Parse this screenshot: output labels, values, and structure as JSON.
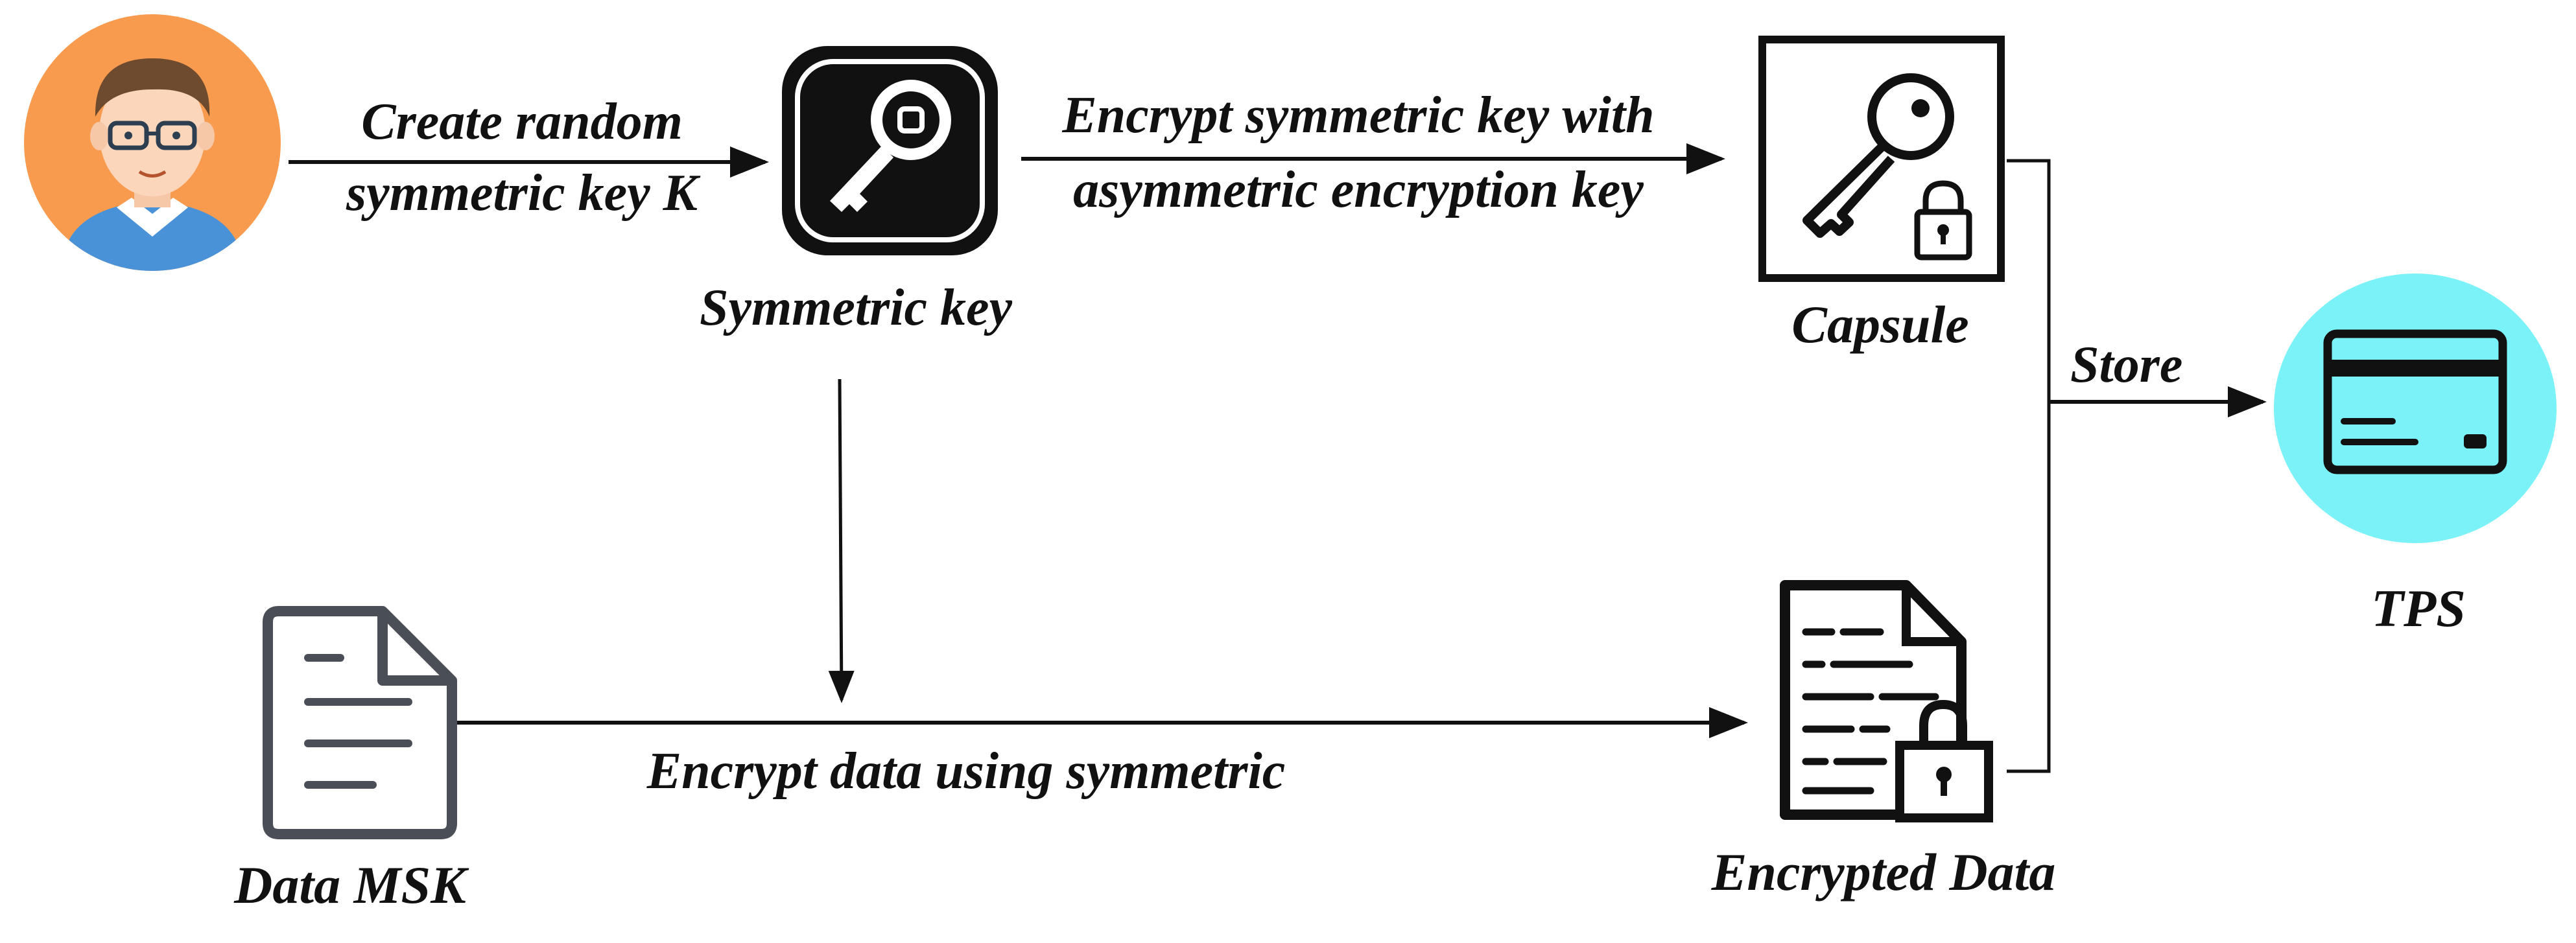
{
  "labels": {
    "create_key_line1": "Create random",
    "create_key_line2": "symmetric key K",
    "symmetric_key": "Symmetric key",
    "encrypt_key_line1": "Encrypt symmetric key with",
    "encrypt_key_line2": "asymmetric encryption key",
    "capsule": "Capsule",
    "store": "Store",
    "tps": "TPS",
    "encrypt_data": "Encrypt data using symmetric",
    "data_msk": "Data MSK",
    "encrypted_data": "Encrypted Data"
  },
  "icons": {
    "user": "user-avatar-icon",
    "key": "key-icon",
    "capsule": "locked-key-icon",
    "tps": "card-icon",
    "document": "document-icon",
    "encrypted_document": "locked-document-icon"
  },
  "colors": {
    "avatar_bg": "#F99B4F",
    "tps_bg": "#7AF2F7",
    "document_stroke": "#4A4F57",
    "line": "#111111"
  }
}
